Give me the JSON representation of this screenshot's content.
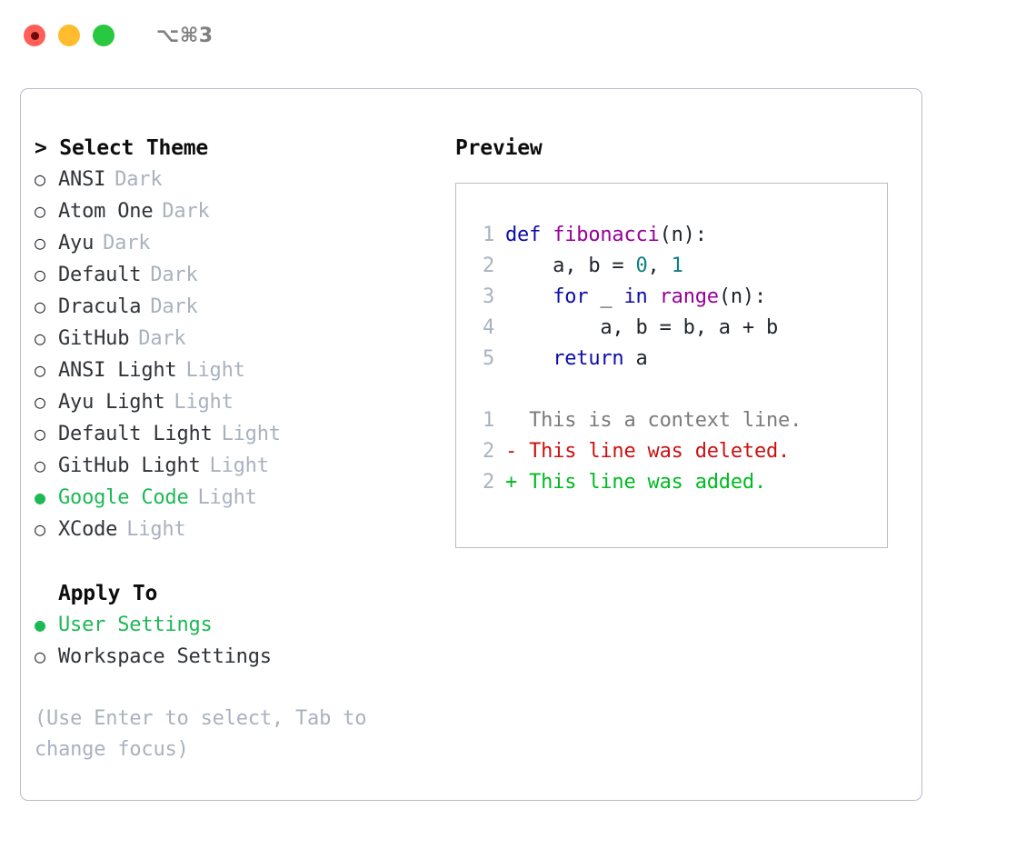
{
  "titlebar": {
    "lights": [
      {
        "name": "close-button",
        "color": "#ff5f57"
      },
      {
        "name": "minimize-button",
        "color": "#febc2e"
      },
      {
        "name": "maximize-button",
        "color": "#28c840"
      }
    ],
    "shortcut": "⌥⌘3"
  },
  "theme_picker": {
    "header": "> Select Theme",
    "selected_index": 10,
    "items": [
      {
        "marker": "○",
        "label": "ANSI",
        "badge": "Dark",
        "selected": false
      },
      {
        "marker": "○",
        "label": "Atom One",
        "badge": "Dark",
        "selected": false
      },
      {
        "marker": "○",
        "label": "Ayu",
        "badge": "Dark",
        "selected": false
      },
      {
        "marker": "○",
        "label": "Default",
        "badge": "Dark",
        "selected": false
      },
      {
        "marker": "○",
        "label": "Dracula",
        "badge": "Dark",
        "selected": false
      },
      {
        "marker": "○",
        "label": "GitHub",
        "badge": "Dark",
        "selected": false
      },
      {
        "marker": "○",
        "label": "ANSI Light",
        "badge": "Light",
        "selected": false
      },
      {
        "marker": "○",
        "label": "Ayu Light",
        "badge": "Light",
        "selected": false
      },
      {
        "marker": "○",
        "label": "Default Light",
        "badge": "Light",
        "selected": false
      },
      {
        "marker": "○",
        "label": "GitHub Light",
        "badge": "Light",
        "selected": false
      },
      {
        "marker": "●",
        "label": "Google Code",
        "badge": "Light",
        "selected": true
      },
      {
        "marker": "○",
        "label": "XCode",
        "badge": "Light",
        "selected": false
      }
    ]
  },
  "apply_to": {
    "header": "Apply To",
    "items": [
      {
        "marker": "●",
        "label": "User Settings",
        "badge": "",
        "selected": true
      },
      {
        "marker": "○",
        "label": "Workspace Settings",
        "badge": "",
        "selected": false
      }
    ]
  },
  "hint": "(Use Enter to select, Tab to change focus)",
  "preview": {
    "title": "Preview",
    "code_lines": [
      {
        "num": "1",
        "segments": [
          {
            "text": "def ",
            "style": "kw"
          },
          {
            "text": "fibonacci",
            "style": "fn"
          },
          {
            "text": "(n):",
            "style": "def"
          }
        ]
      },
      {
        "num": "2",
        "segments": [
          {
            "text": "    a, b = ",
            "style": "def"
          },
          {
            "text": "0",
            "style": "num"
          },
          {
            "text": ", ",
            "style": "def"
          },
          {
            "text": "1",
            "style": "num"
          }
        ]
      },
      {
        "num": "3",
        "segments": [
          {
            "text": "    ",
            "style": "def"
          },
          {
            "text": "for",
            "style": "kw"
          },
          {
            "text": " _ ",
            "style": "def"
          },
          {
            "text": "in",
            "style": "kw"
          },
          {
            "text": " ",
            "style": "def"
          },
          {
            "text": "range",
            "style": "fn"
          },
          {
            "text": "(n):",
            "style": "def"
          }
        ]
      },
      {
        "num": "4",
        "segments": [
          {
            "text": "        a, b = b, a + b",
            "style": "def"
          }
        ]
      },
      {
        "num": "5",
        "segments": [
          {
            "text": "    ",
            "style": "def"
          },
          {
            "text": "return",
            "style": "kw"
          },
          {
            "text": " a",
            "style": "def"
          }
        ]
      }
    ],
    "diff_lines": [
      {
        "num": "1",
        "segments": [
          {
            "text": "  This is a context line.",
            "style": "ctx"
          }
        ]
      },
      {
        "num": "2",
        "segments": [
          {
            "text": "- This line was deleted.",
            "style": "del"
          }
        ]
      },
      {
        "num": "2",
        "segments": [
          {
            "text": "+ This line was added.",
            "style": "add"
          }
        ]
      }
    ]
  },
  "colors": {
    "accent_green": "#1db954",
    "muted": "#a9b2be",
    "border": "#b6bdc9",
    "keyword": "#0c0ca8",
    "function": "#990099",
    "number": "#0e7f7f",
    "diff_deleted": "#cc1111",
    "diff_added": "#00bb22",
    "context": "#7b7b7b"
  }
}
